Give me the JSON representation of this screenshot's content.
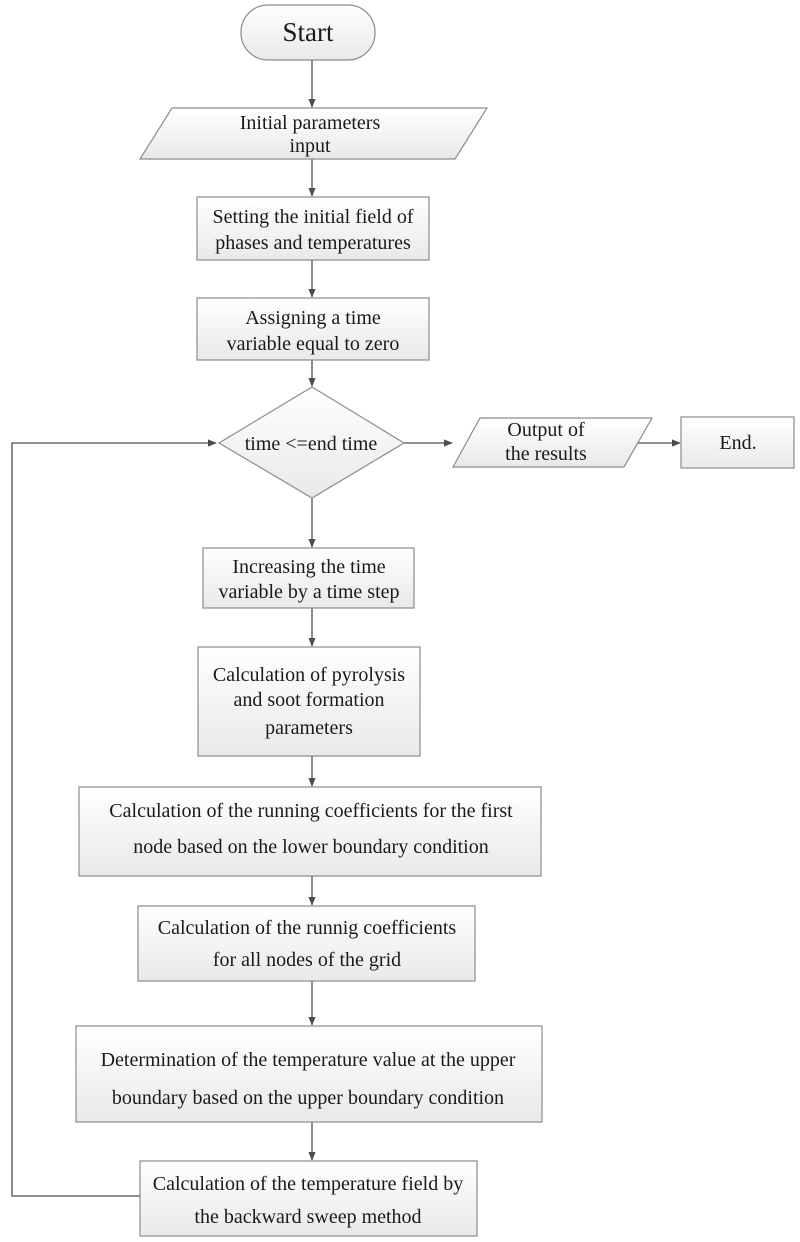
{
  "nodes": {
    "start": "Start",
    "input": [
      "Initial parameters",
      "input"
    ],
    "init_field": [
      "Setting the initial field of",
      "phases and temperatures"
    ],
    "assign_time": [
      "Assigning a time",
      "variable equal to zero"
    ],
    "condition": "time <=end time",
    "output": [
      "Output of",
      "the results"
    ],
    "end": "End.",
    "increase_time": [
      "Increasing the time",
      "variable by a time step"
    ],
    "pyrolysis": [
      "Calculation of pyrolysis",
      "and soot formation",
      "parameters"
    ],
    "first_node": [
      "Calculation of the running coefficients for the first",
      "node based on the lower boundary condition"
    ],
    "all_nodes": [
      "Calculation of the runnig coefficients",
      "for all nodes of the grid"
    ],
    "upper_boundary": [
      "Determination of the temperature value at the upper",
      "boundary based on the upper boundary condition"
    ],
    "backward_sweep": [
      "Calculation of the temperature field by",
      "the backward sweep method"
    ]
  }
}
